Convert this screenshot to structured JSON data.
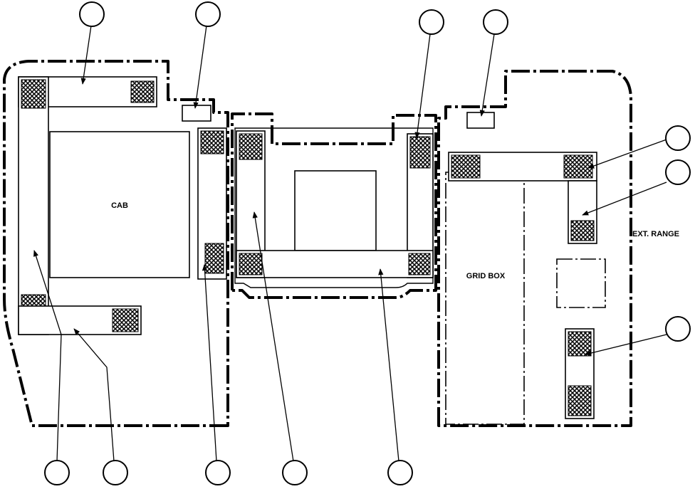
{
  "labels": {
    "cab": "CAB",
    "grid_box": "GRID BOX",
    "ext_range": "EXT. RANGE"
  }
}
